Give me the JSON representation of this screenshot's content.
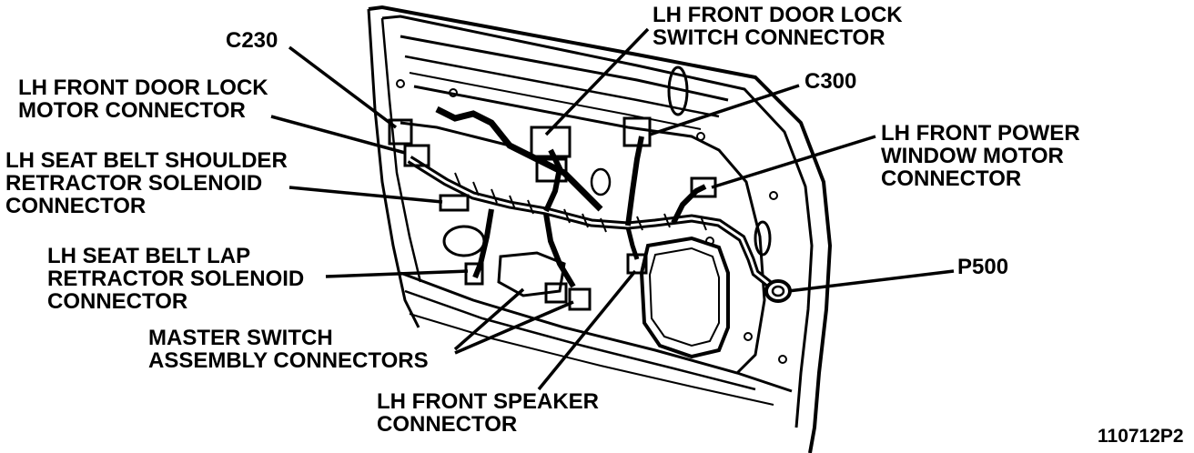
{
  "labels": {
    "c230": "C230",
    "lock_switch_line1": "LH FRONT DOOR LOCK",
    "lock_switch_line2": "SWITCH CONNECTOR",
    "c300": "C300",
    "lock_motor_line1": "LH FRONT DOOR LOCK",
    "lock_motor_line2": "MOTOR CONNECTOR",
    "power_window_line1": "LH FRONT POWER",
    "power_window_line2": "WINDOW MOTOR",
    "power_window_line3": "CONNECTOR",
    "shoulder_line1": "LH SEAT BELT SHOULDER",
    "shoulder_line2": "RETRACTOR SOLENOID",
    "shoulder_line3": "CONNECTOR",
    "lap_line1": "LH SEAT BELT LAP",
    "lap_line2": "RETRACTOR SOLENOID",
    "lap_line3": "CONNECTOR",
    "p500": "P500",
    "master_line1": "MASTER SWITCH",
    "master_line2": "ASSEMBLY CONNECTORS",
    "speaker_line1": "LH FRONT SPEAKER",
    "speaker_line2": "CONNECTOR",
    "figure_id": "110712P2"
  }
}
